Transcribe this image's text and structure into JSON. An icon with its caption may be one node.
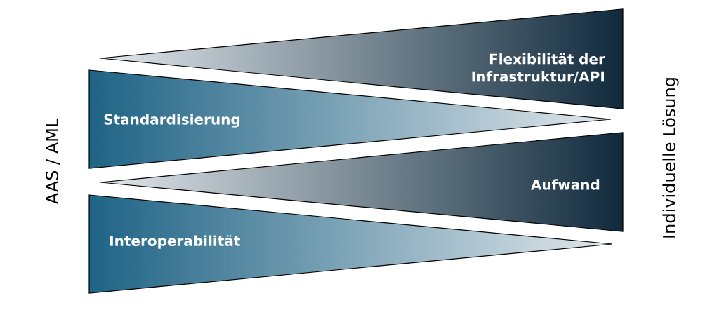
{
  "diagram": {
    "nodes": [
      {
        "text": [
          "Flexibilität der Infrastruktur/API"
        ]
      },
      {
        "text": [
          "Standardisierung"
        ]
      },
      {
        "text": [
          "Aufwand"
        ]
      },
      {
        "text": [
          "Interoperabilität"
        ]
      }
    ],
    "labels": [
      "AAS / AML",
      "Individuelle Lösung"
    ]
  }
}
